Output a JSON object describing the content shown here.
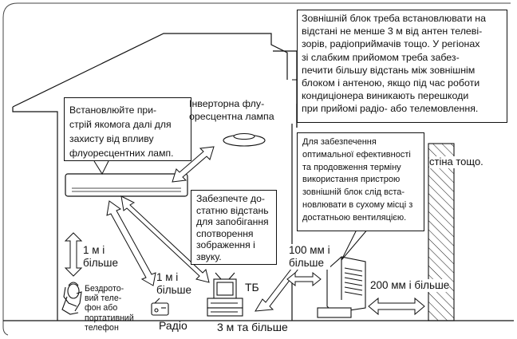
{
  "notes": {
    "outdoor_unit": "Зовнішній блок треба встановлювати на\nвідстані не менше 3 м від антен телеві-\nзорів, радіоприймачів тощо. У регіонах\nзі слабким прийомом треба забез-\nпечити більшу відстань між зовнішнім\nблоком і антеною, якщо під час роботи\nкондиціонера виникають перешкоди\nпри прийомі радіо- або телемовлення.",
    "indoor_unit": "Встановлюйте при-\nстрій якомога далі для\nзахисту від впливу\nфлуоресцентних ламп.",
    "lamp": "Інверторна флу-\nоресцентна лампа",
    "distance": "Забезпечте до-\nстатню відстань\nдля запобігання\nспотворення\nзображення і\nзвуку.",
    "efficiency": "Для забезпечення\nоптимальної ефективності\nта продовження терміну\nвикористання пристрою\nзовнішній блок слід вста-\nновлювати в сухому місці з\nдостатньою вентиляцією."
  },
  "labels": {
    "wall": "стіна тощо.",
    "dist_1m_a": "1 м і\nбільше",
    "dist_1m_b": "1 м і\nбільше",
    "phone": "Бездрото-\nвий теле-\nфон або\nпортативний\nтелефон",
    "radio": "Радіо",
    "tv": "ТБ",
    "dist_100mm": "100 мм і\nбільше",
    "dist_200mm": "200 мм і більше",
    "dist_3m": "3 м та більше"
  },
  "icons": [
    "indoor-unit-icon",
    "fluorescent-lamp-icon",
    "telephone-icon",
    "radio-icon",
    "tv-icon",
    "outdoor-unit-icon",
    "wall-icon"
  ]
}
